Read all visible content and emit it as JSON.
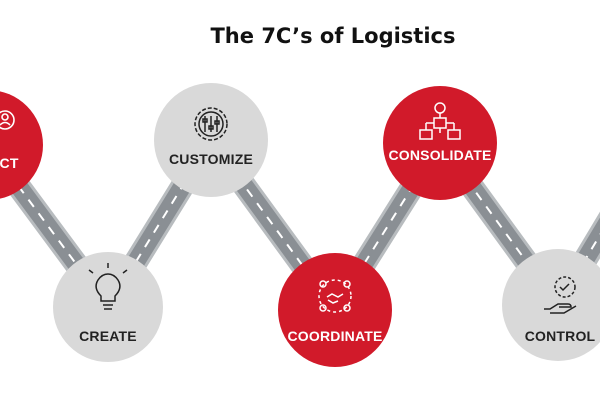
{
  "title": "The 7C’s of Logistics",
  "colors": {
    "red": "#d11a2a",
    "gray": "#d9d9d9",
    "road": "#8a8f94",
    "road_edge": "#b8bcbf",
    "dash": "#ffffff"
  },
  "steps": [
    {
      "label": "CONNECT",
      "visible_text": "ECT",
      "style": "red",
      "icon": "person-in-circle-icon"
    },
    {
      "label": "CREATE",
      "style": "gray",
      "icon": "lightbulb-icon"
    },
    {
      "label": "CUSTOMIZE",
      "style": "gray",
      "icon": "gear-sliders-icon"
    },
    {
      "label": "COORDINATE",
      "style": "red",
      "icon": "team-handshake-icon"
    },
    {
      "label": "CONSOLIDATE",
      "style": "red",
      "icon": "hierarchy-icon"
    },
    {
      "label": "CONTROL",
      "style": "gray",
      "icon": "hand-badge-check-icon"
    },
    {
      "label": "",
      "style": "gray",
      "icon": ""
    }
  ]
}
